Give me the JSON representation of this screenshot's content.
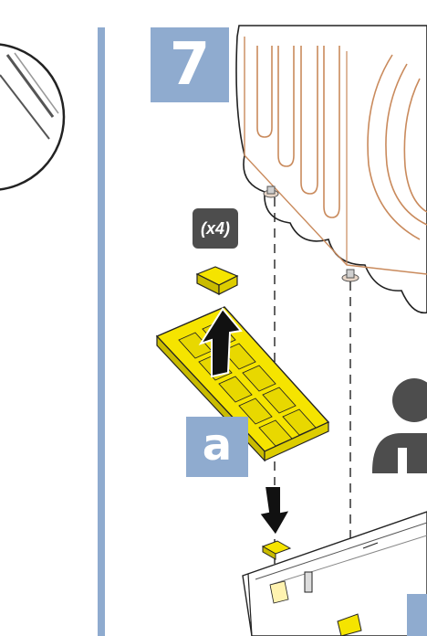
{
  "step": {
    "number": "7",
    "sub_label": "a"
  },
  "quantity": {
    "label": "(x4)"
  },
  "colors": {
    "step_box": "#8fabcf",
    "divider": "#8fabcf",
    "badge": "#4d4d4d",
    "pad": "#f5e400",
    "coil": "#c98a5c",
    "person": "#4d4d4d"
  },
  "icons": [
    "zoom-detail-icon",
    "washing-machine-icon",
    "anti-vibration-pad-icon",
    "arrow-up-icon",
    "arrow-down-icon",
    "person-icon"
  ]
}
